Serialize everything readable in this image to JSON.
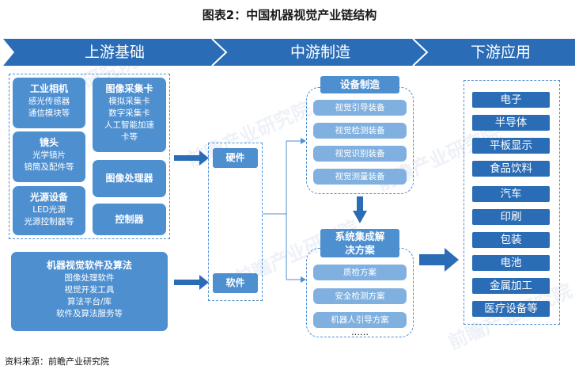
{
  "title": "图表2：中国机器视觉产业链结构",
  "stages": {
    "upstream": "上游基础",
    "midstream": "中游制造",
    "downstream": "下游应用"
  },
  "upstream": {
    "industrial_camera": {
      "title": "工业相机",
      "lines": [
        "感光传感器",
        "通信模块等"
      ]
    },
    "lens": {
      "title": "镜头",
      "lines": [
        "光学镜片",
        "镜筒及配件等"
      ]
    },
    "light_source": {
      "title": "光源设备",
      "lines": [
        "LED光源",
        "光源控制器等"
      ]
    },
    "capture_card": {
      "title": "图像采集卡",
      "lines": [
        "模拟采集卡",
        "数字采集卡",
        "人工智能加速",
        "卡等"
      ]
    },
    "image_processor": {
      "title": "图像处理器"
    },
    "controller": {
      "title": "控制器"
    },
    "software": {
      "title": "机器视觉软件及算法",
      "lines": [
        "图像处理软件",
        "视觉开发工具",
        "算法平台/库",
        "软件及算法服务等"
      ]
    }
  },
  "middle": {
    "hardware": "硬件",
    "software": "软件"
  },
  "midstream": {
    "equipment_title": "设备制造",
    "equipment_items": [
      "视觉引导装备",
      "视觉检测装备",
      "视觉识别装备",
      "视觉测量装备"
    ],
    "integration_title": [
      "系统集成解",
      "决方案"
    ],
    "integration_items": [
      "质检方案",
      "安全检测方案",
      "机器人引导方案"
    ],
    "ellipsis": "……"
  },
  "downstream": [
    "电子",
    "半导体",
    "平板显示",
    "食品饮料",
    "汽车",
    "印刷",
    "包装",
    "电池",
    "金属加工",
    "医疗设备等"
  ],
  "watermark": "前瞻产业研究院",
  "source": "资料来源：前瞻产业研究院",
  "colors": {
    "accent": "#4e8fd0",
    "dark": "#2a6cb5",
    "light": "#7fb0e0"
  }
}
